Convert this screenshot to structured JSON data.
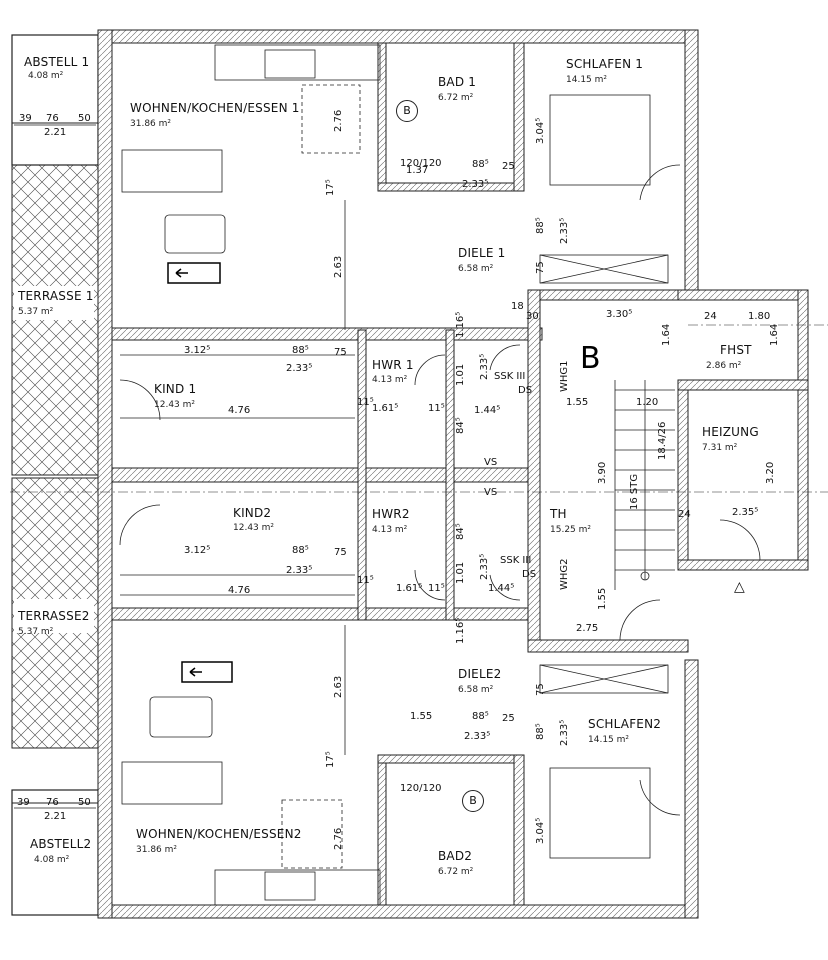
{
  "rooms": {
    "abstell1": {
      "name": "ABSTELL 1",
      "area": "4.08 m²"
    },
    "wohnen1": {
      "name": "WOHNEN/KOCHEN/ESSEN 1",
      "area": "31.86 m²"
    },
    "bad1": {
      "name": "BAD 1",
      "area": "6.72 m²"
    },
    "schlafen1": {
      "name": "SCHLAFEN 1",
      "area": "14.15 m²"
    },
    "terrasse1": {
      "name": "TERRASSE 1",
      "area": "5.37 m²"
    },
    "diele1": {
      "name": "DIELE 1",
      "area": "6.58 m²"
    },
    "kind1": {
      "name": "KIND 1",
      "area": "12.43 m²"
    },
    "hwr1": {
      "name": "HWR 1",
      "area": "4.13 m²"
    },
    "fhst": {
      "name": "FHST",
      "area": "2.86 m²"
    },
    "heizung": {
      "name": "HEIZUNG",
      "area": "7.31 m²"
    },
    "kind2": {
      "name": "KIND2",
      "area": "12.43 m²"
    },
    "hwr2": {
      "name": "HWR2",
      "area": "4.13 m²"
    },
    "th": {
      "name": "TH",
      "area": "15.25 m²"
    },
    "terrasse2": {
      "name": "TERRASSE2",
      "area": "5.37 m²"
    },
    "diele2": {
      "name": "DIELE2",
      "area": "6.58 m²"
    },
    "schlafen2": {
      "name": "SCHLAFEN2",
      "area": "14.15 m²"
    },
    "abstell2": {
      "name": "ABSTELL2",
      "area": "4.08 m²"
    },
    "wohnen2": {
      "name": "WOHNEN/KOCHEN/ESSEN2",
      "area": "31.86 m²"
    },
    "bad2": {
      "name": "BAD2",
      "area": "6.72 m²"
    }
  },
  "dimensions": {
    "d39a": "39",
    "d76a": "76",
    "d50a": "50",
    "d221a": "2.21",
    "d39b": "39",
    "d76b": "76",
    "d50b": "50",
    "d221b": "2.21",
    "d276a": "2.76",
    "d276b": "2.76",
    "d175a": "17⁵",
    "d175b": "17⁵",
    "d263a": "2.63",
    "d263b": "2.63",
    "d120a": "120/120",
    "d120b": "120/120",
    "d137": "1.37",
    "d885a": "88⁵",
    "d25a": "25",
    "d2335a": "2.33⁵",
    "d885b": "88⁵",
    "d2335b": "2.33⁵",
    "d75a": "75",
    "d3045a": "3.04⁵",
    "d3045b": "3.04⁵",
    "d1165a": "1.16⁵",
    "d1165b": "1.16⁵",
    "d18": "18",
    "d30": "30",
    "d3305": "3.30⁵",
    "d24a": "24",
    "d180": "1.80",
    "d164a": "1.64",
    "d164b": "1.64",
    "d3125a": "3.12⁵",
    "d885c": "88⁵",
    "d75b": "75",
    "d2335c": "2.33⁵",
    "d3125b": "3.12⁵",
    "d885d": "88⁵",
    "d75c": "75",
    "d2335d": "2.33⁵",
    "d476a": "4.76",
    "d476b": "4.76",
    "d1615a": "1.61⁵",
    "d115a": "11⁵",
    "d115b": "11⁵",
    "d1615b": "1.61⁵",
    "d115c": "11⁵",
    "d115d": "11⁵",
    "d101a": "1.01",
    "d101b": "1.01",
    "d2335e": "2.33⁵",
    "d2335f": "2.33⁵",
    "d1445a": "1.44⁵",
    "d1445b": "1.44⁵",
    "d845a": "84⁵",
    "d845b": "84⁵",
    "d155a": "1.55",
    "d120c": "1.20",
    "d18426": "18.4/26",
    "d16stg": "16 STG",
    "d390": "3.90",
    "d24b": "24",
    "d2355": "2.35⁵",
    "d320": "3.20",
    "d155b": "1.55",
    "d275": "2.75",
    "d75d": "75",
    "d155c": "1.55",
    "d885e": "88⁵",
    "d25b": "25",
    "d2335g": "2.33⁵",
    "d885f": "88⁵",
    "d2335h": "2.33⁵",
    "d75e": "75"
  },
  "annotations": {
    "ssk1": "SSK III",
    "ds1": "DS",
    "whg1": "WHG1",
    "ssk2": "SSK III",
    "ds2": "DS",
    "whg2": "WHG2",
    "vs1": "VS",
    "vs2": "VS",
    "stair_mark": "B",
    "bad_mark1": "B",
    "bad_mark2": "B",
    "triangle": "△"
  }
}
